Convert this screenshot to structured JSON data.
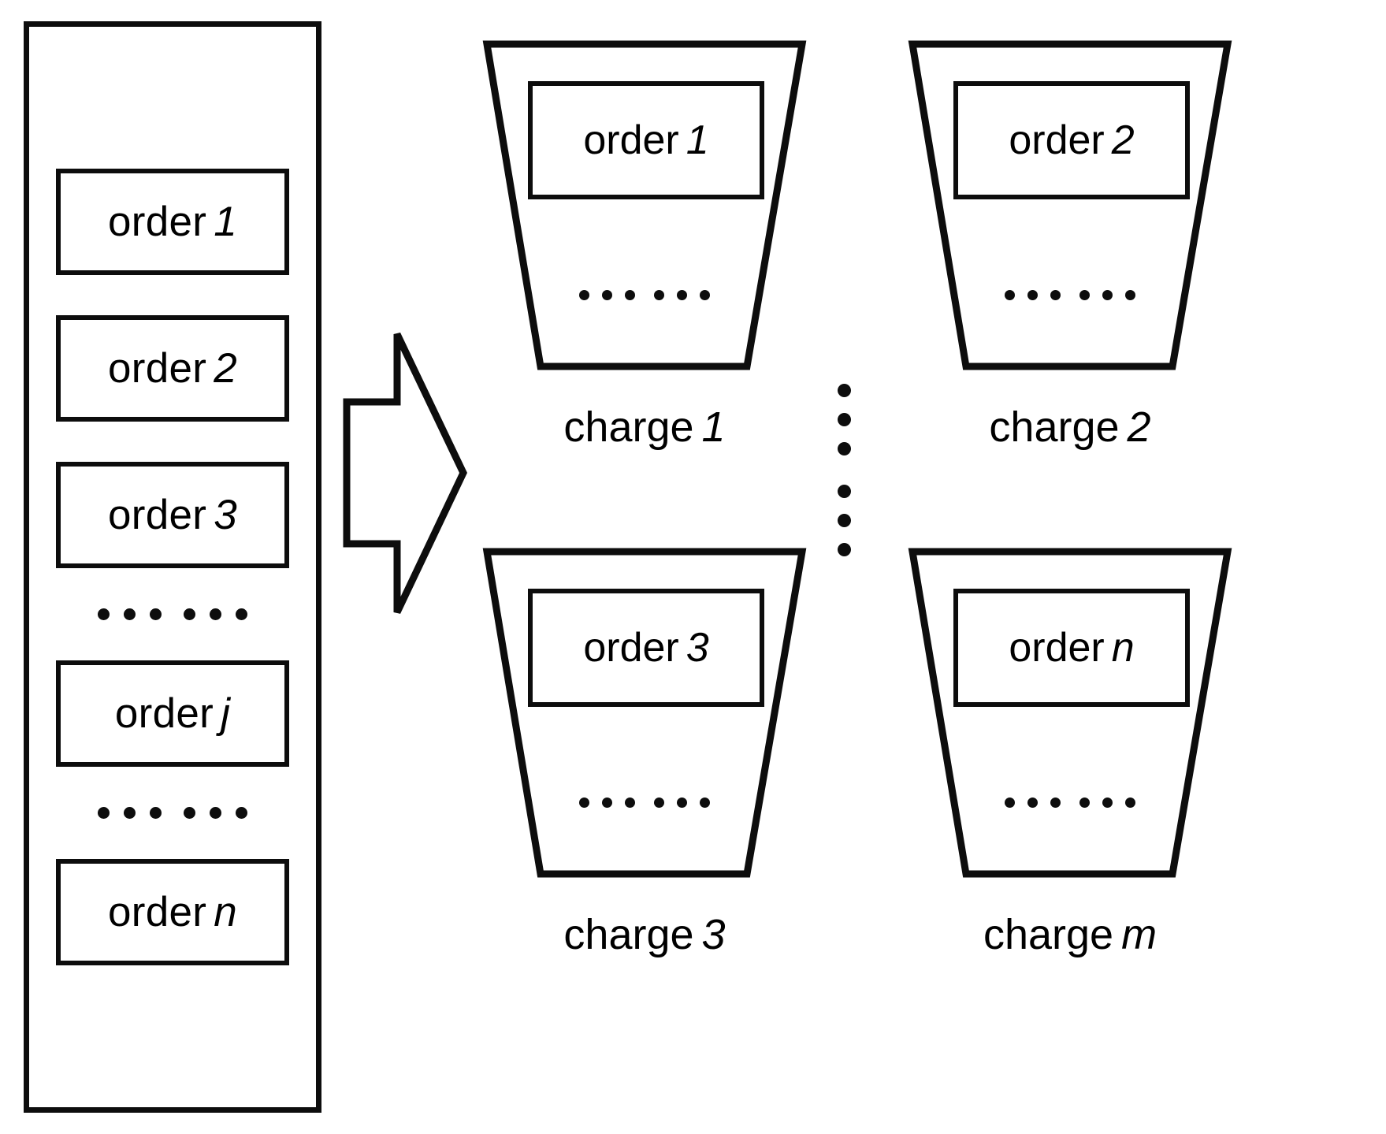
{
  "diagram": {
    "title": "order to charge grouping diagram",
    "line_color": "#0d0d0d",
    "background_color": "#ffffff"
  },
  "order_panel": {
    "name": "order-list",
    "items": [
      {
        "label": "order",
        "index": "1"
      },
      {
        "label": "order",
        "index": "2"
      },
      {
        "label": "order",
        "index": "3"
      },
      {
        "label": "order",
        "index": "j"
      },
      {
        "label": "order",
        "index": "n"
      }
    ],
    "ellipsis": "... ..."
  },
  "arrow": {
    "name": "right-block-arrow",
    "direction": "right"
  },
  "charges": [
    {
      "id": "charge-1",
      "charge_label": "charge",
      "charge_index": "1",
      "order_label": "order",
      "order_index": "1",
      "ellipsis": "... ..."
    },
    {
      "id": "charge-2",
      "charge_label": "charge",
      "charge_index": "2",
      "order_label": "order",
      "order_index": "2",
      "ellipsis": "... ..."
    },
    {
      "id": "charge-3",
      "charge_label": "charge",
      "charge_index": "3",
      "order_label": "order",
      "order_index": "3",
      "ellipsis": "... ..."
    },
    {
      "id": "charge-4",
      "charge_label": "charge",
      "charge_index": "m",
      "order_label": "order",
      "order_index": "n",
      "ellipsis": "... ..."
    }
  ],
  "vertical_ellipsis": {
    "name": "vertical-ellipsis",
    "value": "⋮ ⋮"
  }
}
